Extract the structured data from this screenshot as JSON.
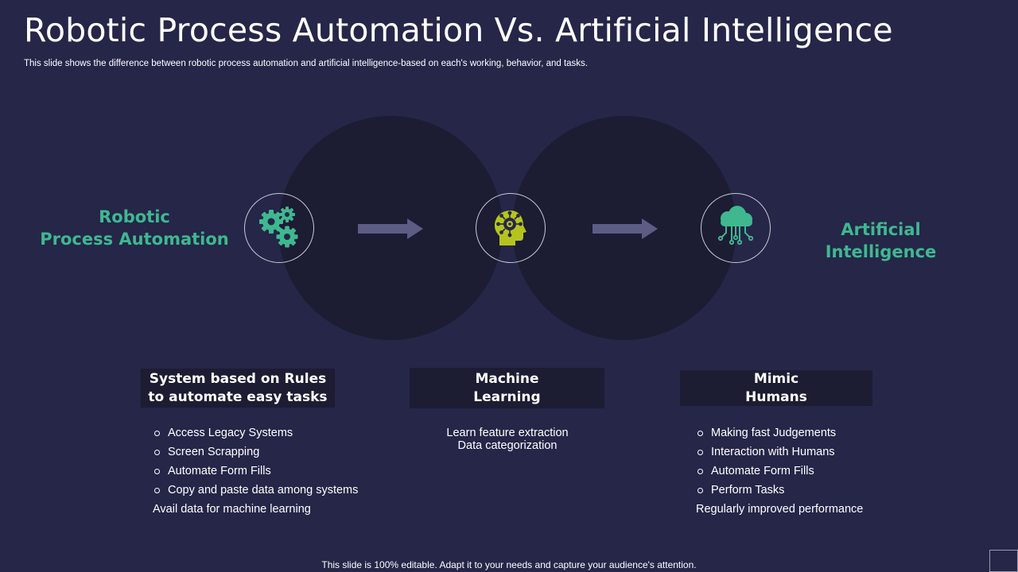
{
  "slide": {
    "title": "Robotic Process Automation Vs. Artificial Intelligence",
    "subtitle": "This slide shows the difference between robotic process automation and artificial intelligence-based on each's working, behavior, and tasks.",
    "footer": "This slide is 100% editable. Adapt it to your needs and capture your audience's attention."
  },
  "left_label": {
    "line1": "Robotic",
    "line2": "Process Automation"
  },
  "right_label": "Artificial Intelligence",
  "icons": {
    "left": "gears-icon",
    "middle": "brain-head-icon",
    "right": "cloud-network-icon"
  },
  "colors": {
    "background": "#252648",
    "circle": "#1c1c33",
    "accent_green": "#3fb890",
    "accent_yellow": "#b5c41d",
    "arrow": "#5c5c85"
  },
  "columns": [
    {
      "heading_line1": "System based on Rules",
      "heading_line2": "to automate easy tasks",
      "bullets": [
        "Access Legacy Systems",
        "Screen Scrapping",
        "Automate Form Fills",
        "Copy and paste data among systems"
      ],
      "note": "Avail data for machine learning"
    },
    {
      "heading_line1": "Machine",
      "heading_line2": "Learning",
      "lines": [
        "Learn feature extraction",
        "Data categorization"
      ]
    },
    {
      "heading_line1": "Mimic",
      "heading_line2": "Humans",
      "bullets": [
        "Making fast Judgements",
        "Interaction with Humans",
        "Automate Form Fills",
        "Perform Tasks"
      ],
      "note": "Regularly improved performance"
    }
  ]
}
